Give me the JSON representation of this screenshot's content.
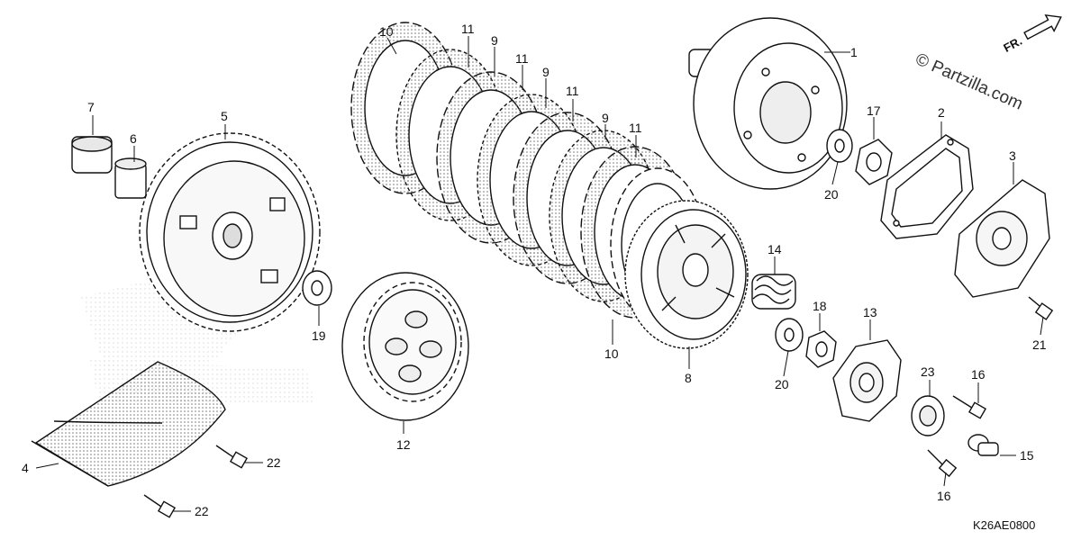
{
  "diagram": {
    "drawing_code": "K26AE0800",
    "copyright": "© Partzilla.com",
    "direction_label": "FR.",
    "callouts": [
      "1",
      "2",
      "3",
      "4",
      "5",
      "6",
      "7",
      "8",
      "9",
      "9",
      "9",
      "10",
      "10",
      "11",
      "11",
      "11",
      "11",
      "12",
      "13",
      "14",
      "15",
      "16",
      "16",
      "17",
      "18",
      "19",
      "20",
      "20",
      "21",
      "22",
      "22",
      "23"
    ]
  }
}
